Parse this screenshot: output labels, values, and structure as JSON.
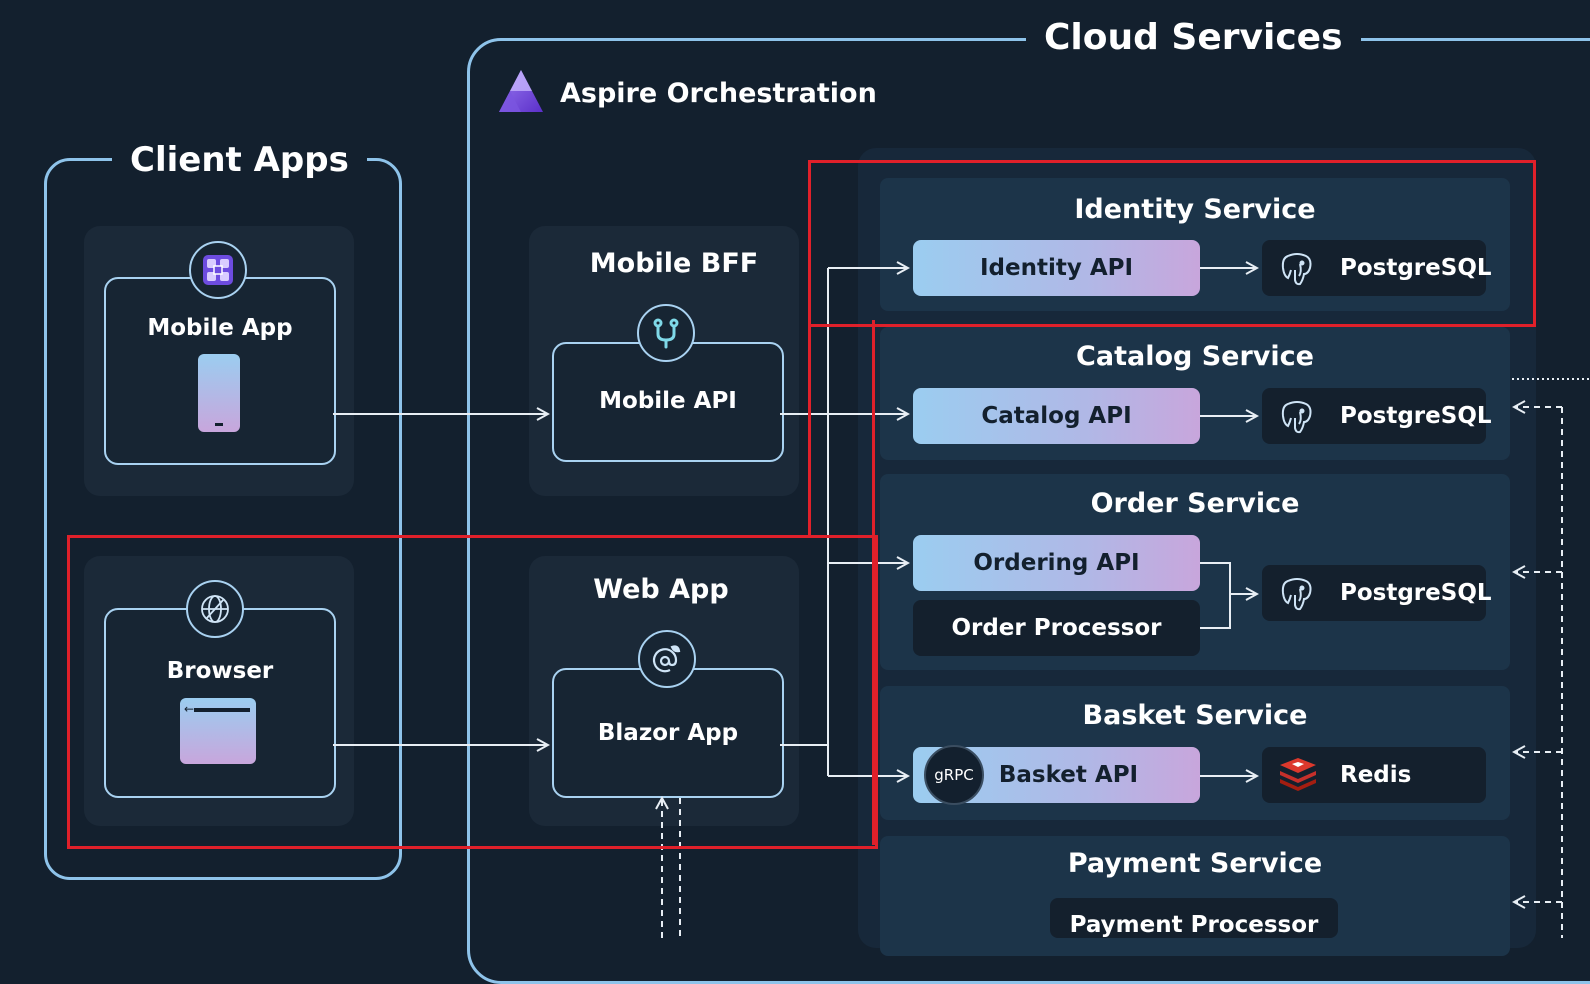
{
  "cloud_services": {
    "title": "Cloud Services",
    "orchestration_label": "Aspire Orchestration"
  },
  "client_apps": {
    "title": "Client Apps",
    "mobile_app": "Mobile App",
    "browser": "Browser"
  },
  "mobile_bff": {
    "title": "Mobile BFF",
    "api": "Mobile API"
  },
  "web_app": {
    "title": "Web App",
    "app": "Blazor App"
  },
  "services": {
    "identity": {
      "title": "Identity Service",
      "api": "Identity API",
      "db": "PostgreSQL"
    },
    "catalog": {
      "title": "Catalog Service",
      "api": "Catalog API",
      "db": "PostgreSQL"
    },
    "order": {
      "title": "Order Service",
      "api": "Ordering API",
      "processor": "Order Processor",
      "db": "PostgreSQL"
    },
    "basket": {
      "title": "Basket Service",
      "api": "Basket API",
      "grpc": "gRPC",
      "db": "Redis"
    },
    "payment": {
      "title": "Payment Service",
      "processor": "Payment Processor"
    }
  },
  "colors": {
    "background": "#13202e",
    "border": "#8ec3ea",
    "highlight": "#e0202a",
    "accent_gradient_start": "#9bcdf0",
    "accent_gradient_end": "#c8a6dc"
  },
  "icons": [
    "aspire-logo-icon",
    "mobile-app-icon",
    "phone-icon",
    "browser-globe-icon",
    "browser-window-icon",
    "mobile-api-icon",
    "blazor-icon",
    "postgresql-icon",
    "redis-icon",
    "grpc-icon"
  ]
}
